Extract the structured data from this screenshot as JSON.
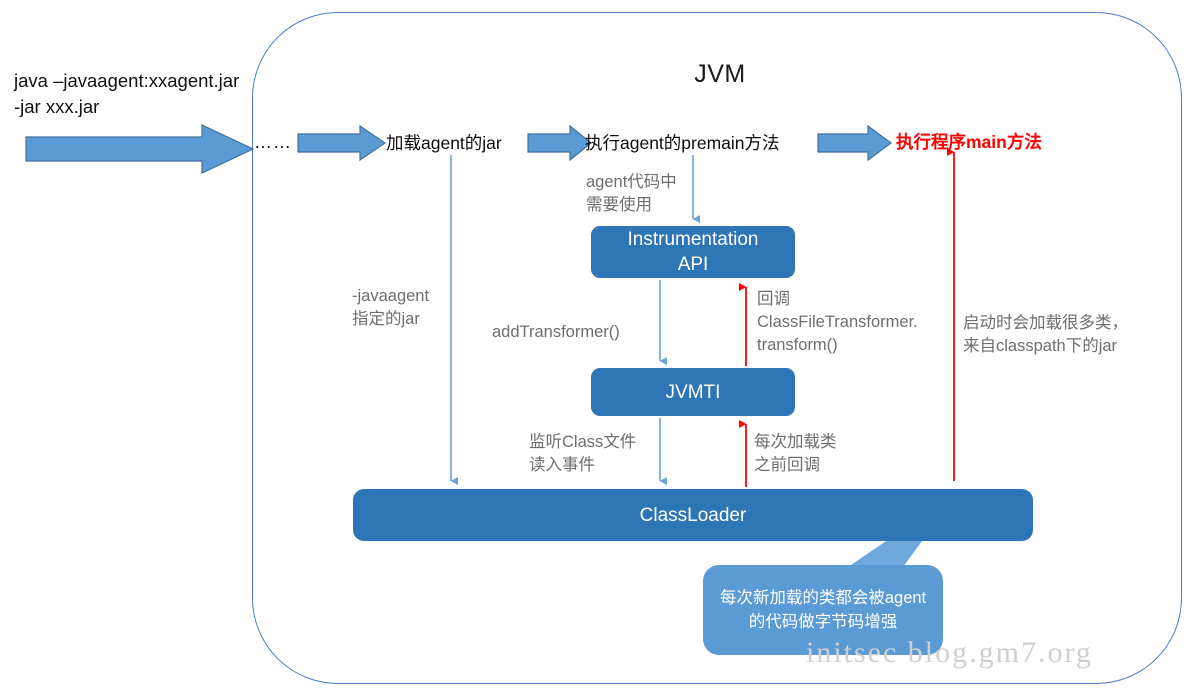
{
  "diagram": {
    "title": "JVM",
    "command": "java –javaagent:xxagent.jar\n -jar xxx.jar",
    "ellipsis": "……",
    "watermark": "initsec blog.gm7.org",
    "colors": {
      "box_fill": "#2e75b6",
      "arrow_fill": "#5b9bd5",
      "arrow_stroke": "#41719c",
      "container_stroke": "#4a7ebb",
      "note_text": "#6e6e6e",
      "highlight_text": "#ff0000",
      "connector_blue": "#7cabdb",
      "connector_red": "#ff0000",
      "callout_fill": "#5b9bd5"
    },
    "flow_steps": [
      {
        "label": "加载agent的jar",
        "highlight": false
      },
      {
        "label": "执行agent的premain方法",
        "highlight": false
      },
      {
        "label": "执行程序main方法",
        "highlight": true
      }
    ],
    "components": [
      {
        "id": "instrumentation-api",
        "label": "Instrumentation\nAPI"
      },
      {
        "id": "jvmti",
        "label": "JVMTI"
      },
      {
        "id": "classloader",
        "label": "ClassLoader"
      }
    ],
    "notes": [
      {
        "id": "agent-code-use",
        "text": "agent代码中\n需要使用"
      },
      {
        "id": "javaagent-jar",
        "text": "-javaagent\n指定的jar"
      },
      {
        "id": "add-transformer",
        "text": "addTransformer()"
      },
      {
        "id": "callback-transform",
        "text": "回调\nClassFileTransformer.\ntransform()"
      },
      {
        "id": "startup-load-classes",
        "text": "启动时会加载很多类，\n来自classpath下的jar"
      },
      {
        "id": "listen-class-file",
        "text": "监听Class文件\n读入事件"
      },
      {
        "id": "callback-before-load",
        "text": "每次加载类\n之前回调"
      }
    ],
    "callout": {
      "text": "每次新加载的类都会被agent的代码做字节码增强"
    }
  }
}
